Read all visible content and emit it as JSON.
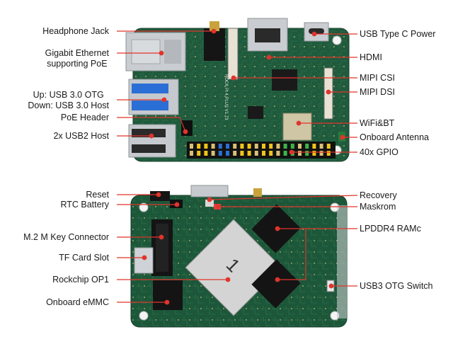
{
  "top_board": {
    "left_labels": {
      "headphone_jack": "Headphone Jack",
      "gigabit_ethernet_line1": "Gigabit Ethernet",
      "gigabit_ethernet_line2": "supporting PoE",
      "usb30_line1": "Up: USB 3.0 OTG",
      "usb30_line2": "Down: USB 3.0 Host",
      "poe_header": "PoE Header",
      "usb2_host": "2x USB2 Host"
    },
    "right_labels": {
      "usb_type_c": "USB Type C Power",
      "hdmi": "HDMI",
      "mipi_csi": "MIPI CSI",
      "mipi_dsi": "MIPI DSI",
      "wifi_bt": "WiFi&BT",
      "onboard_antenna": "Onboard Antenna",
      "gpio": "40x GPIO"
    }
  },
  "bottom_board": {
    "left_labels": {
      "reset": "Reset",
      "rtc_battery": "RTC Battery",
      "m2_connector": "M.2 M Key Connector",
      "tf_card_slot": "TF Card Slot",
      "rockchip": "Rockchip OP1",
      "onboard_emmc": "Onboard eMMC"
    },
    "right_labels": {
      "recovery": "Recovery",
      "maskrom": "Maskrom",
      "lpddr4": "LPDDR4 RAMc",
      "usb3_otg_switch": "USB3 OTG Switch"
    }
  },
  "colors": {
    "pcb": "#1f5a3c",
    "pcb_dark": "#164630",
    "leader_line": "#e0342c",
    "text": "#1a1a1a",
    "metal": "#bfc3c7",
    "usb3_blue": "#2b6fd6"
  }
}
